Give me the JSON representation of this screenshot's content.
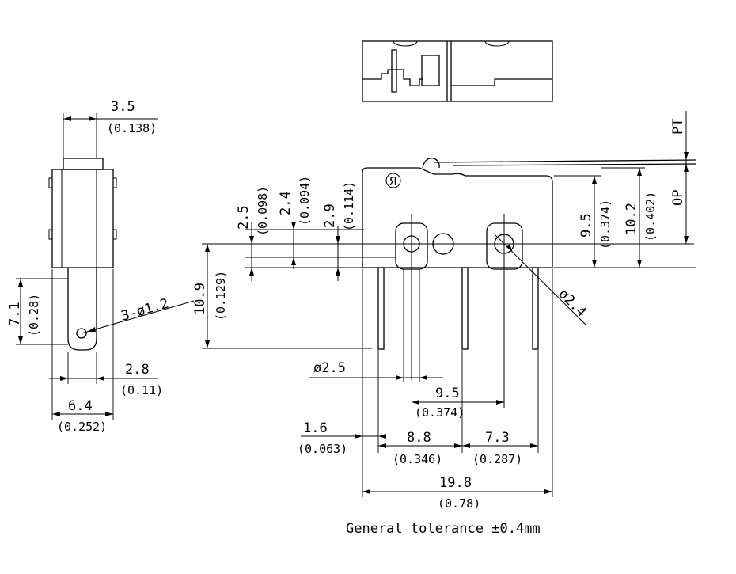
{
  "footer": {
    "tolerance": "General tolerance ±0.4mm"
  },
  "side_view": {
    "dims": {
      "top_width": {
        "mm": "3.5",
        "in": "(0.138)"
      },
      "pin_height": {
        "mm": "7.1",
        "in": "(0.28)"
      },
      "holes": {
        "label": "3-ø1.2"
      },
      "pin_width": {
        "mm": "2.8",
        "in": "(0.11)"
      },
      "body_width": {
        "mm": "6.4",
        "in": "(0.252)"
      }
    }
  },
  "front_view": {
    "logo": "Я",
    "dims": {
      "d1": {
        "mm": "2.5",
        "in": "(0.098)"
      },
      "d2": {
        "mm": "2.4",
        "in": "(0.094)"
      },
      "d3": {
        "mm": "2.9",
        "in": "(0.114)"
      },
      "total_height": {
        "mm": "10.9",
        "in": "(0.129)"
      },
      "op_height": {
        "mm": "9.5",
        "in": "(0.374)"
      },
      "pt_height": {
        "mm": "10.2",
        "in": "(0.402)"
      },
      "pt_label": "PT",
      "op_label": "OP",
      "right_hole": {
        "label": "ø2.4"
      },
      "left_hole": {
        "label": "ø2.5"
      },
      "hole_spacing": {
        "mm": "9.5",
        "in": "(0.374)"
      },
      "pin_offset": {
        "mm": "1.6",
        "in": "(0.063)"
      },
      "pin_pitch_1": {
        "mm": "8.8",
        "in": "(0.346)"
      },
      "pin_pitch_2": {
        "mm": "7.3",
        "in": "(0.287)"
      },
      "overall_length": {
        "mm": "19.8",
        "in": "(0.78)"
      }
    }
  }
}
